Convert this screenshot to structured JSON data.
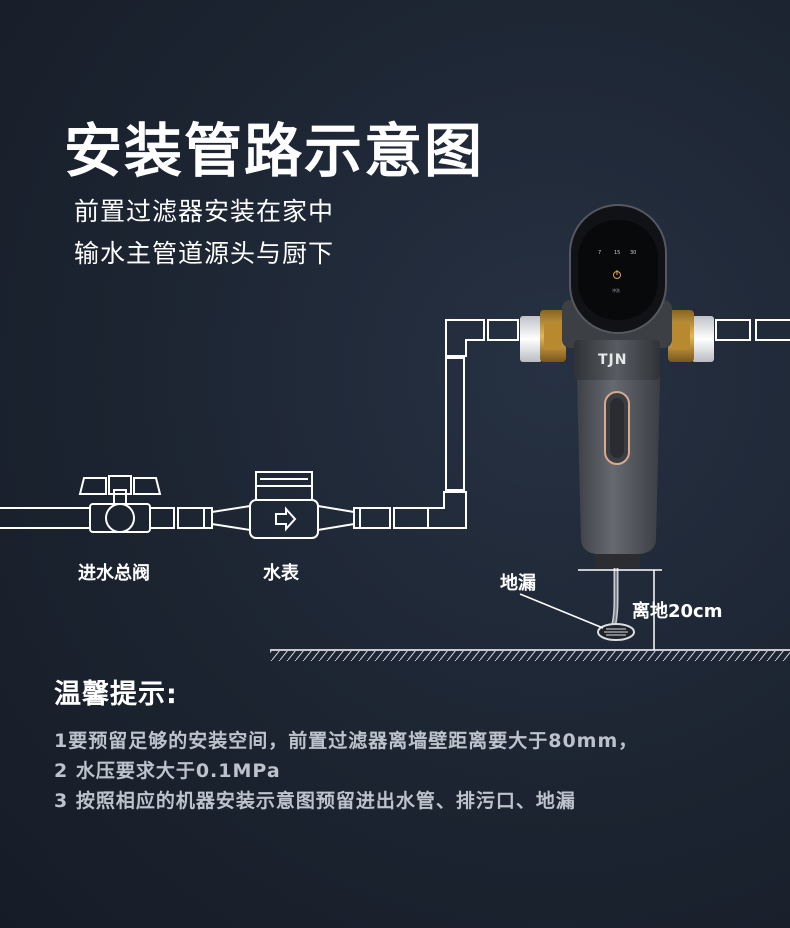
{
  "title": "安装管路示意图",
  "subtitle_lines": [
    "前置过滤器安装在家中",
    "输水主管道源头与厨下"
  ],
  "labels": {
    "main_valve": "进水总阀",
    "water_meter": "水表",
    "floor_drain": "地漏",
    "height": "离地20cm"
  },
  "device": {
    "brand": "TJN",
    "screen_values": [
      "7",
      "15",
      "30"
    ],
    "screen_caption": "冲洗"
  },
  "tips": {
    "heading": "温馨提示:",
    "items": [
      "1要预留足够的安装空间，前置过滤器离墙壁距离要大于80mm，",
      "2 水压要求大于0.1MPa",
      "3 按照相应的机器安装示意图预留进出水管、排污口、地漏"
    ]
  },
  "colors": {
    "background": "#1c2431",
    "pipe_stroke": "#ffffff",
    "device_body": "#4e5257",
    "brass": "#c99a3c",
    "tip_text": "#bcc3cc"
  }
}
